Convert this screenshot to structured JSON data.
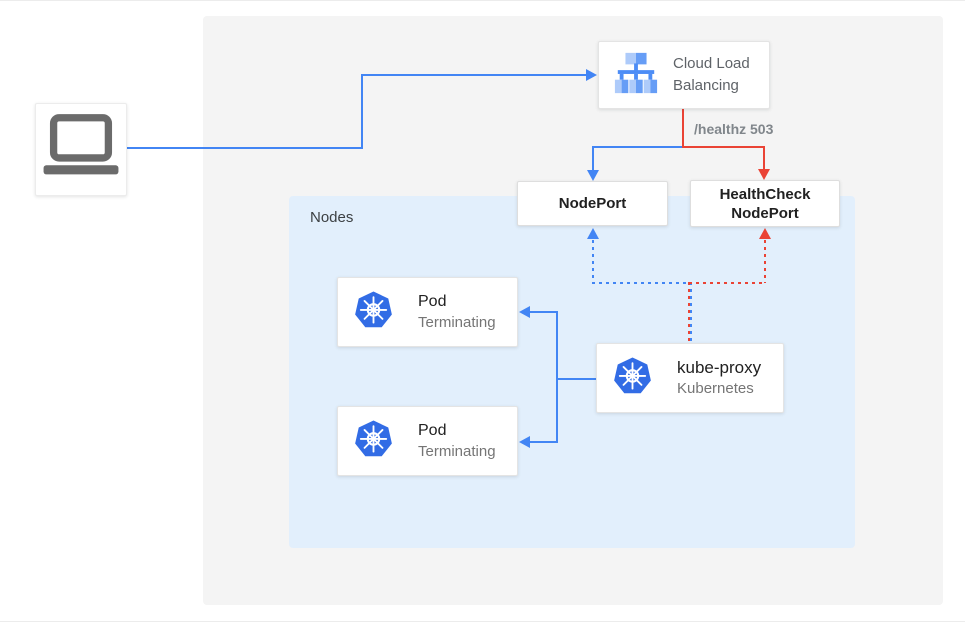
{
  "colors": {
    "blue": "#4285f4",
    "red": "#ea4335",
    "k8s_blue": "#326ce5",
    "panel_bg": "#f4f4f4",
    "nodes_bg": "#e2effc",
    "text_dark": "#212121",
    "text_gray": "#5f6368",
    "healthz_gray": "#80868b",
    "laptop_gray": "#6b6b6b"
  },
  "client": {
    "icon": "laptop-icon"
  },
  "load_balancer": {
    "label": "Cloud Load Balancing",
    "icon": "cloud-load-balancing-icon"
  },
  "edges": {
    "healthz_label": "/healthz 503"
  },
  "nodeport": {
    "label": "NodePort"
  },
  "healthcheck_nodeport": {
    "label": "HealthCheck NodePort"
  },
  "nodes_group": {
    "label": "Nodes"
  },
  "pods": [
    {
      "title": "Pod",
      "subtitle": "Terminating",
      "icon": "kubernetes-icon"
    },
    {
      "title": "Pod",
      "subtitle": "Terminating",
      "icon": "kubernetes-icon"
    }
  ],
  "kube_proxy": {
    "title": "kube-proxy",
    "subtitle": "Kubernetes",
    "icon": "kubernetes-icon"
  }
}
